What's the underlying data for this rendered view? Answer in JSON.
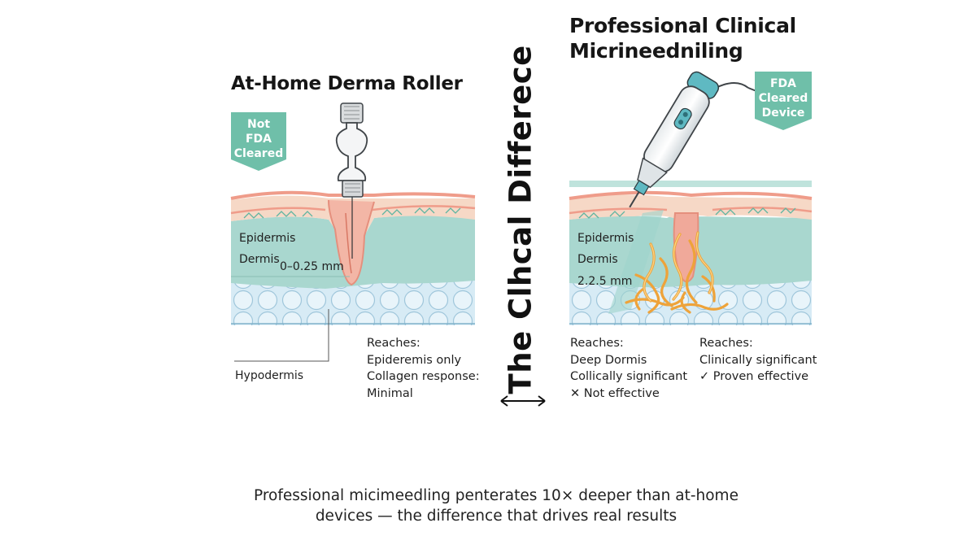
{
  "left_panel": {
    "title": "At-Home Derma Roller",
    "badge": [
      "Not",
      "FDA",
      "Cleared"
    ],
    "layers": {
      "epidermis": "Epidermis",
      "dermis": "Dermis",
      "depth": "0–0.25 mm",
      "hypodermis": "Hypodermis"
    },
    "reaches": [
      "Reaches:",
      "Epideremis only",
      "Collagen response:",
      "Minimal"
    ]
  },
  "center": {
    "vertical_title": "The Clhcal Differece",
    "arrow_icon": "double-arrow-horizontal"
  },
  "right_panel": {
    "title_lines": [
      "Professional Clinical",
      "Micrineedniling"
    ],
    "badge": [
      "FDA",
      "Cleared",
      "Device"
    ],
    "layers": {
      "epidermis": "Epidermis",
      "dermis": "Dermis",
      "depth": "2.2.5 mm"
    },
    "reaches_left": [
      "Reaches:",
      "Deep Dormis",
      "Collically significant",
      "✕ Not effective"
    ],
    "reaches_right": [
      "Reaches:",
      "Clinically significant",
      "✓ Proven effective"
    ]
  },
  "caption_lines": [
    "Professional micimeedling penterates 10× deeper than at-home",
    "devices — the difference that drives real results"
  ],
  "colors": {
    "badge": "#6fbfa9",
    "skin_pink": "#f2c2b0",
    "skin_band": "#f6d8c6",
    "dermis_teal": "#a9d7cf",
    "fat_blue": "#cfe6f2",
    "collagen": "#eea33a",
    "device": "#5fb9c2"
  }
}
